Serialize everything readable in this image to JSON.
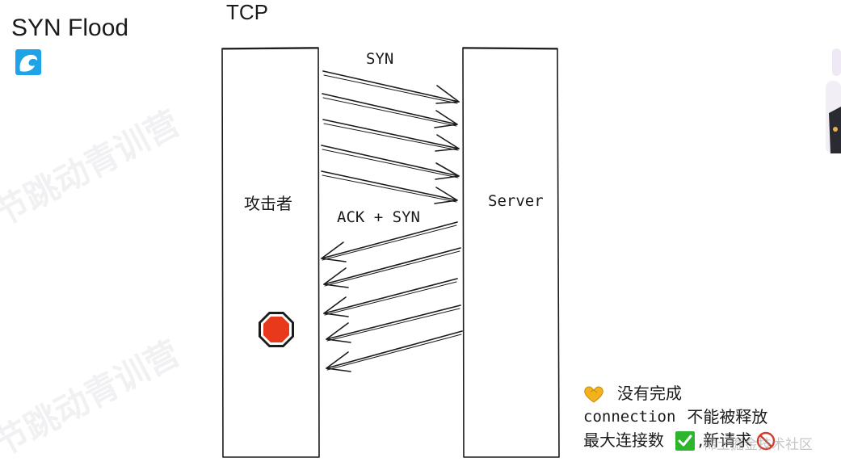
{
  "title": "SYN Flood",
  "protocol_label": "TCP",
  "attacker_label": "攻击者",
  "server_label": "Server",
  "syn_label": "SYN",
  "ack_syn_label": "ACK + SYN",
  "notes": {
    "line1": "没有完成",
    "line2_mono": "connection",
    "line2_text": "不能被释放",
    "line3_text": "最大连接数",
    "line3_after": "新请求"
  },
  "watermark": "节跳动青训营",
  "footer_watermark": "稀土掘金技术社区",
  "icons": [
    "wave-icon",
    "stop-icon",
    "heart-icon",
    "check-icon",
    "no-entry-icon"
  ],
  "colors": {
    "stop_red": "#e8391d",
    "wave_blue": "#1ea3e6",
    "check_green": "#2db52d",
    "heart_yellow": "#f2b21c"
  }
}
